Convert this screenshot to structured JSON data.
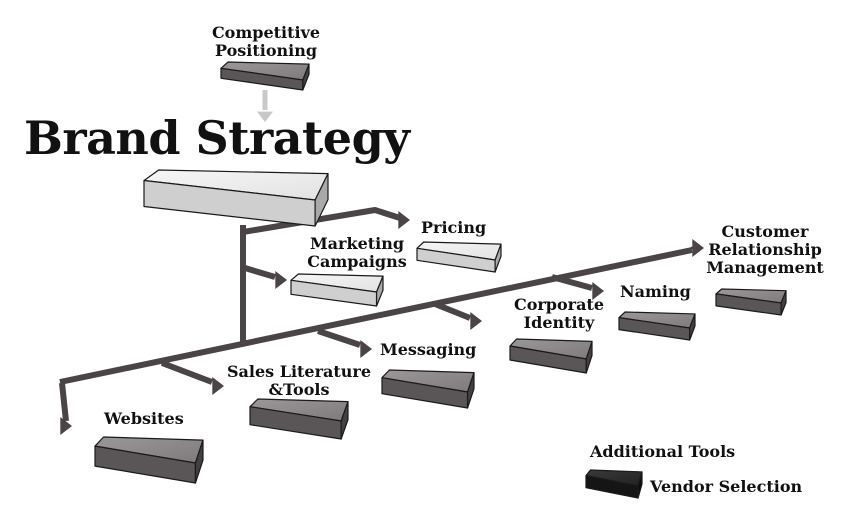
{
  "title": "Brand Strategy",
  "nodes": {
    "competitive_positioning": [
      "Competitive",
      "Positioning"
    ],
    "pricing": "Pricing",
    "marketing_campaigns": [
      "Marketing",
      "Campaigns"
    ],
    "customer_relationship_management": [
      "Customer",
      "Relationship",
      "Management"
    ],
    "naming": "Naming",
    "corporate_identity": [
      "Corporate",
      "Identity"
    ],
    "messaging": "Messaging",
    "sales_literature_tools": [
      "Sales Literature",
      "&Tools"
    ],
    "websites": "Websites"
  },
  "legend": {
    "heading": "Additional Tools",
    "item": "Vendor Selection"
  },
  "colors": {
    "connector": "#4a4446",
    "box_light": "#eeeeee",
    "box_mid": "#8e8a8b",
    "box_dark": "#2e2e2e"
  }
}
